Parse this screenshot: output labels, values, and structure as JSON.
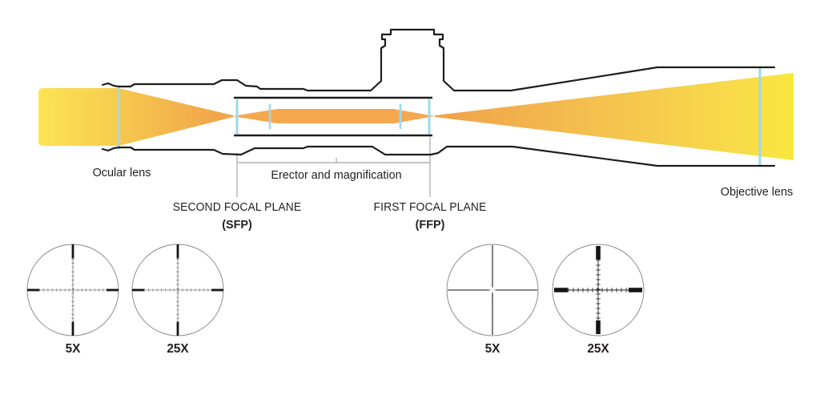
{
  "labels": {
    "ocular_lens": "Ocular lens",
    "erector": "Erector and magnification",
    "second_focal_plane_title": "SECOND FOCAL PLANE",
    "second_focal_plane_abbr": "(SFP)",
    "first_focal_plane_title": "FIRST FOCAL PLANE",
    "first_focal_plane_abbr": "(FFP)",
    "objective_lens": "Objective lens"
  },
  "reticles": {
    "sfp": [
      {
        "magnification": "5X"
      },
      {
        "magnification": "25X"
      }
    ],
    "ffp": [
      {
        "magnification": "5X"
      },
      {
        "magnification": "25X"
      }
    ]
  },
  "colors": {
    "beam_yellow": "#F9E73E",
    "beam_gold": "#F6C94E",
    "beam_orange": "#F0A14B",
    "erector_beam_orange": "#F5A750",
    "lens_cyan": "#9FD9E8",
    "outline_black": "#1D1D1B",
    "leader_gray": "#B3B3B3",
    "reticle_ring_gray": "#8C8C8C",
    "text": "#231F20"
  }
}
